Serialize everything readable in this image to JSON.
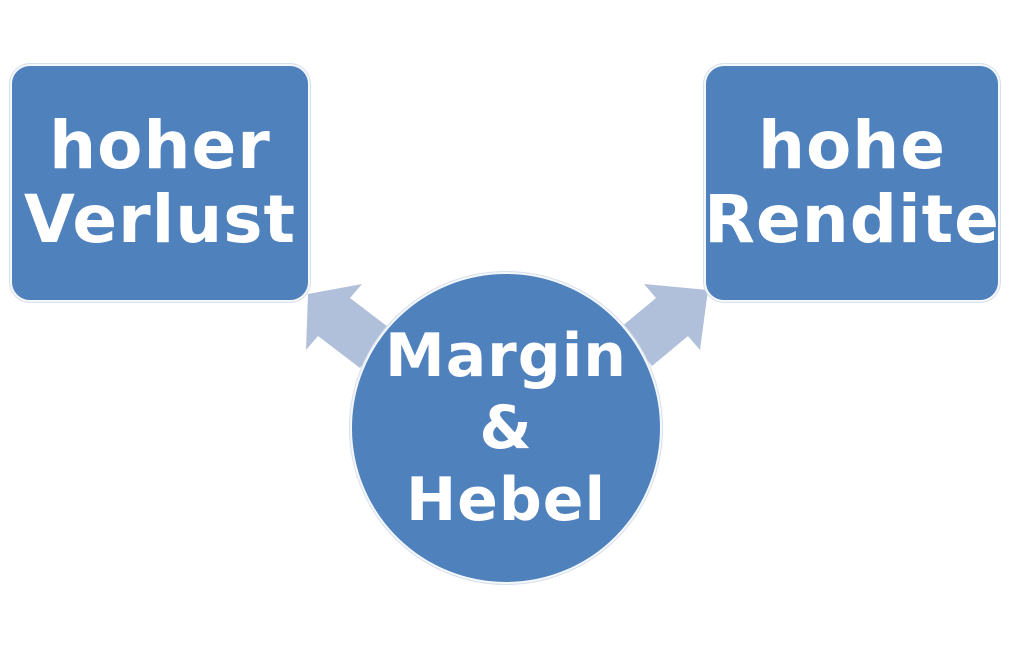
{
  "diagram": {
    "center": {
      "lines": [
        "Margin",
        "&",
        "Hebel"
      ]
    },
    "left_box": {
      "lines": [
        "hoher",
        "Verlust"
      ]
    },
    "right_box": {
      "lines": [
        "hohe",
        "Rendite"
      ]
    },
    "colors": {
      "node_fill": "#4f81bd",
      "node_text": "#ffffff",
      "arrow_fill": "#b0c0da"
    }
  }
}
